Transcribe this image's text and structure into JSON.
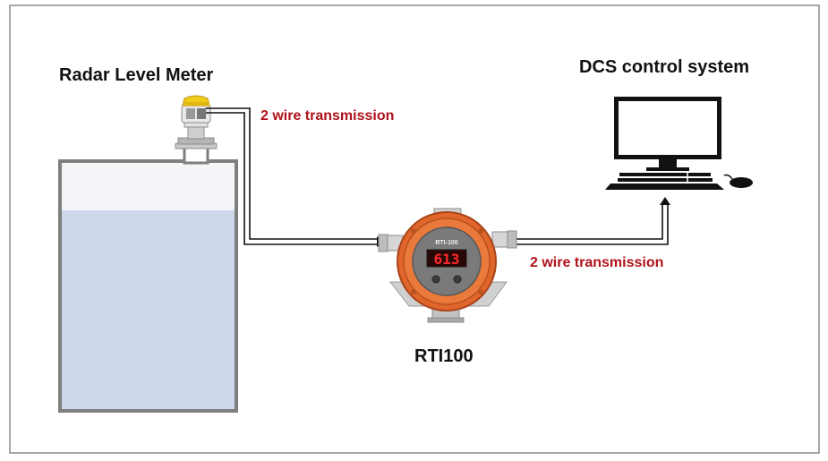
{
  "labels": {
    "radar_title": "Radar Level Meter",
    "dcs_title": "DCS control system",
    "transmitter_title": "RTI100",
    "wire_label_left": "2 wire transmission",
    "wire_label_right": "2 wire transmission"
  },
  "transmitter": {
    "display_value": "613",
    "faceplate_model": "RTI-100"
  },
  "colors": {
    "border": "#8a8a8a",
    "tank_outline": "#7f7f7f",
    "tank_liquid": "#cdd8ea",
    "wire_label": "#b0121b",
    "housing_orange": "#e0662c",
    "display_digits": "#ff2a2a"
  },
  "icons": {
    "radar": "radar-level-meter-icon",
    "tank": "storage-tank-icon",
    "transmitter": "transmitter-housing-icon",
    "computer": "desktop-computer-icon"
  }
}
